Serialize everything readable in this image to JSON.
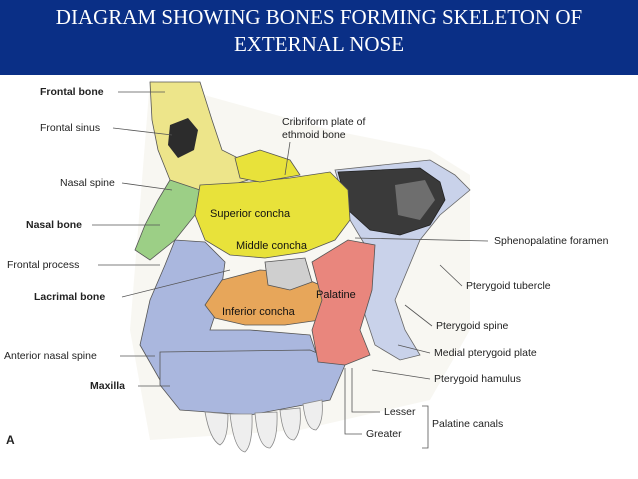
{
  "title": {
    "line1": "DIAGRAM SHOWING BONES FORMING SKELETON OF",
    "line2": "EXTERNAL NOSE"
  },
  "labels": {
    "frontal_bone": "Frontal bone",
    "frontal_sinus": "Frontal sinus",
    "nasal_spine": "Nasal spine",
    "nasal_bone": "Nasal bone",
    "frontal_process": "Frontal process",
    "lacrimal_bone": "Lacrimal bone",
    "anterior_nasal_spine": "Anterior nasal spine",
    "maxilla": "Maxilla",
    "cribriform_line1": "Cribriform plate of",
    "cribriform_line2": "ethmoid bone",
    "superior_concha": "Superior concha",
    "middle_concha": "Middle concha",
    "inferior_concha": "Inferior concha",
    "palatine": "Palatine",
    "sphenopalatine_foramen": "Sphenopalatine foramen",
    "pterygoid_tubercle": "Pterygoid tubercle",
    "pterygoid_spine": "Pterygoid spine",
    "medial_pterygoid_plate": "Medial pterygoid plate",
    "pterygoid_hamulus": "Pterygoid hamulus",
    "lesser": "Lesser",
    "greater": "Greater",
    "palatine_canals": "Palatine canals",
    "figure_letter": "A"
  },
  "colors": {
    "header_bg": "#0a2f86",
    "frontal": "#ede58a",
    "nasal": "#9ccf86",
    "ethmoid": "#e8e23a",
    "maxilla": "#aab7de",
    "inferior_concha": "#e7a65a",
    "palatine": "#e9867d",
    "sphenoid": "#c9d2ea",
    "sinus": "#333333"
  }
}
